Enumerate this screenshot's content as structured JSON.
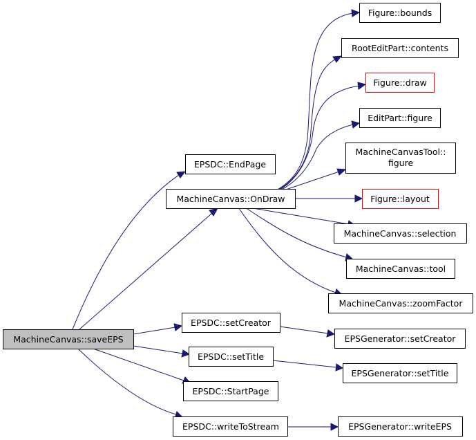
{
  "colors": {
    "edge": "#191970",
    "node_border": "#000000",
    "node_border_incomplete": "#ff0000",
    "root_fill": "#bfbfbf",
    "background": "#ffffff"
  },
  "nodes": {
    "saveEPS": "MachineCanvas::saveEPS",
    "endPage": "EPSDC::EndPage",
    "onDraw": "MachineCanvas::OnDraw",
    "setCreator": "EPSDC::setCreator",
    "setTitle": "EPSDC::setTitle",
    "startPage": "EPSDC::StartPage",
    "writeToStream": "EPSDC::writeToStream",
    "figureBounds": "Figure::bounds",
    "rootContents": "RootEditPart::contents",
    "figureDraw": "Figure::draw",
    "editPartFigure": "EditPart::figure",
    "toolFigure_line1": "MachineCanvasTool::",
    "toolFigure_line2": "figure",
    "figureLayout": "Figure::layout",
    "selection": "MachineCanvas::selection",
    "tool": "MachineCanvas::tool",
    "zoomFactor": "MachineCanvas::zoomFactor",
    "genSetCreator": "EPSGenerator::setCreator",
    "genSetTitle": "EPSGenerator::setTitle",
    "genWriteEPS": "EPSGenerator::writeEPS"
  }
}
